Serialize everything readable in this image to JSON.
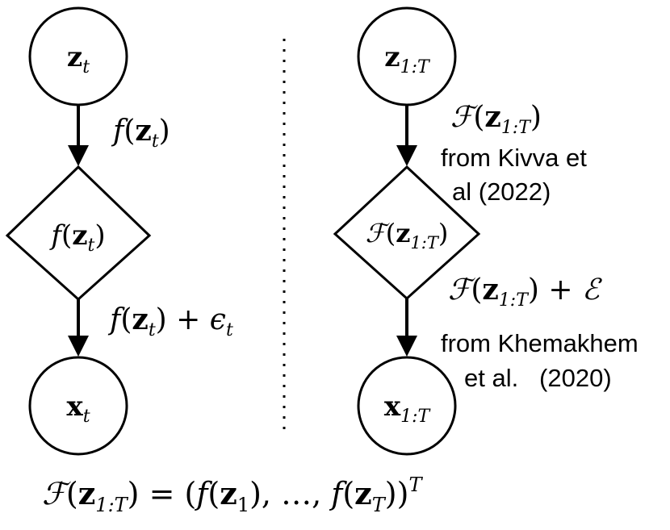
{
  "left": {
    "top_node": {
      "symbol": "z",
      "sub": "t"
    },
    "edge_top": {
      "func": "f",
      "var": "z",
      "sub": "t"
    },
    "diamond": {
      "func": "f",
      "var": "z",
      "sub": "t"
    },
    "edge_bottom": {
      "func": "f",
      "var": "z",
      "sub": "t",
      "noise": "ϵ",
      "noise_sub": "t"
    },
    "bottom_node": {
      "symbol": "x",
      "sub": "t"
    }
  },
  "right": {
    "top_node": {
      "symbol": "z",
      "sub": "1:T"
    },
    "edge_top": {
      "func": "ℱ",
      "var": "z",
      "sub": "1:T"
    },
    "citation_top": [
      "from Kivva et",
      "al (2022)"
    ],
    "diamond": {
      "func": "ℱ",
      "var": "z",
      "sub": "1:T"
    },
    "edge_bottom": {
      "func": "ℱ",
      "var": "z",
      "sub": "1:T",
      "noise": "ℰ"
    },
    "citation_bottom": [
      "from Khemakhem",
      "et al.   (2020)"
    ],
    "bottom_node": {
      "symbol": "x",
      "sub": "1:T"
    }
  },
  "equation": {
    "lhs_func": "ℱ",
    "lhs_var": "z",
    "lhs_sub": "1:T",
    "inner_func": "f",
    "var": "z",
    "first_sub": "1",
    "ellipsis": "…",
    "last_sub": "T",
    "power": "T"
  }
}
